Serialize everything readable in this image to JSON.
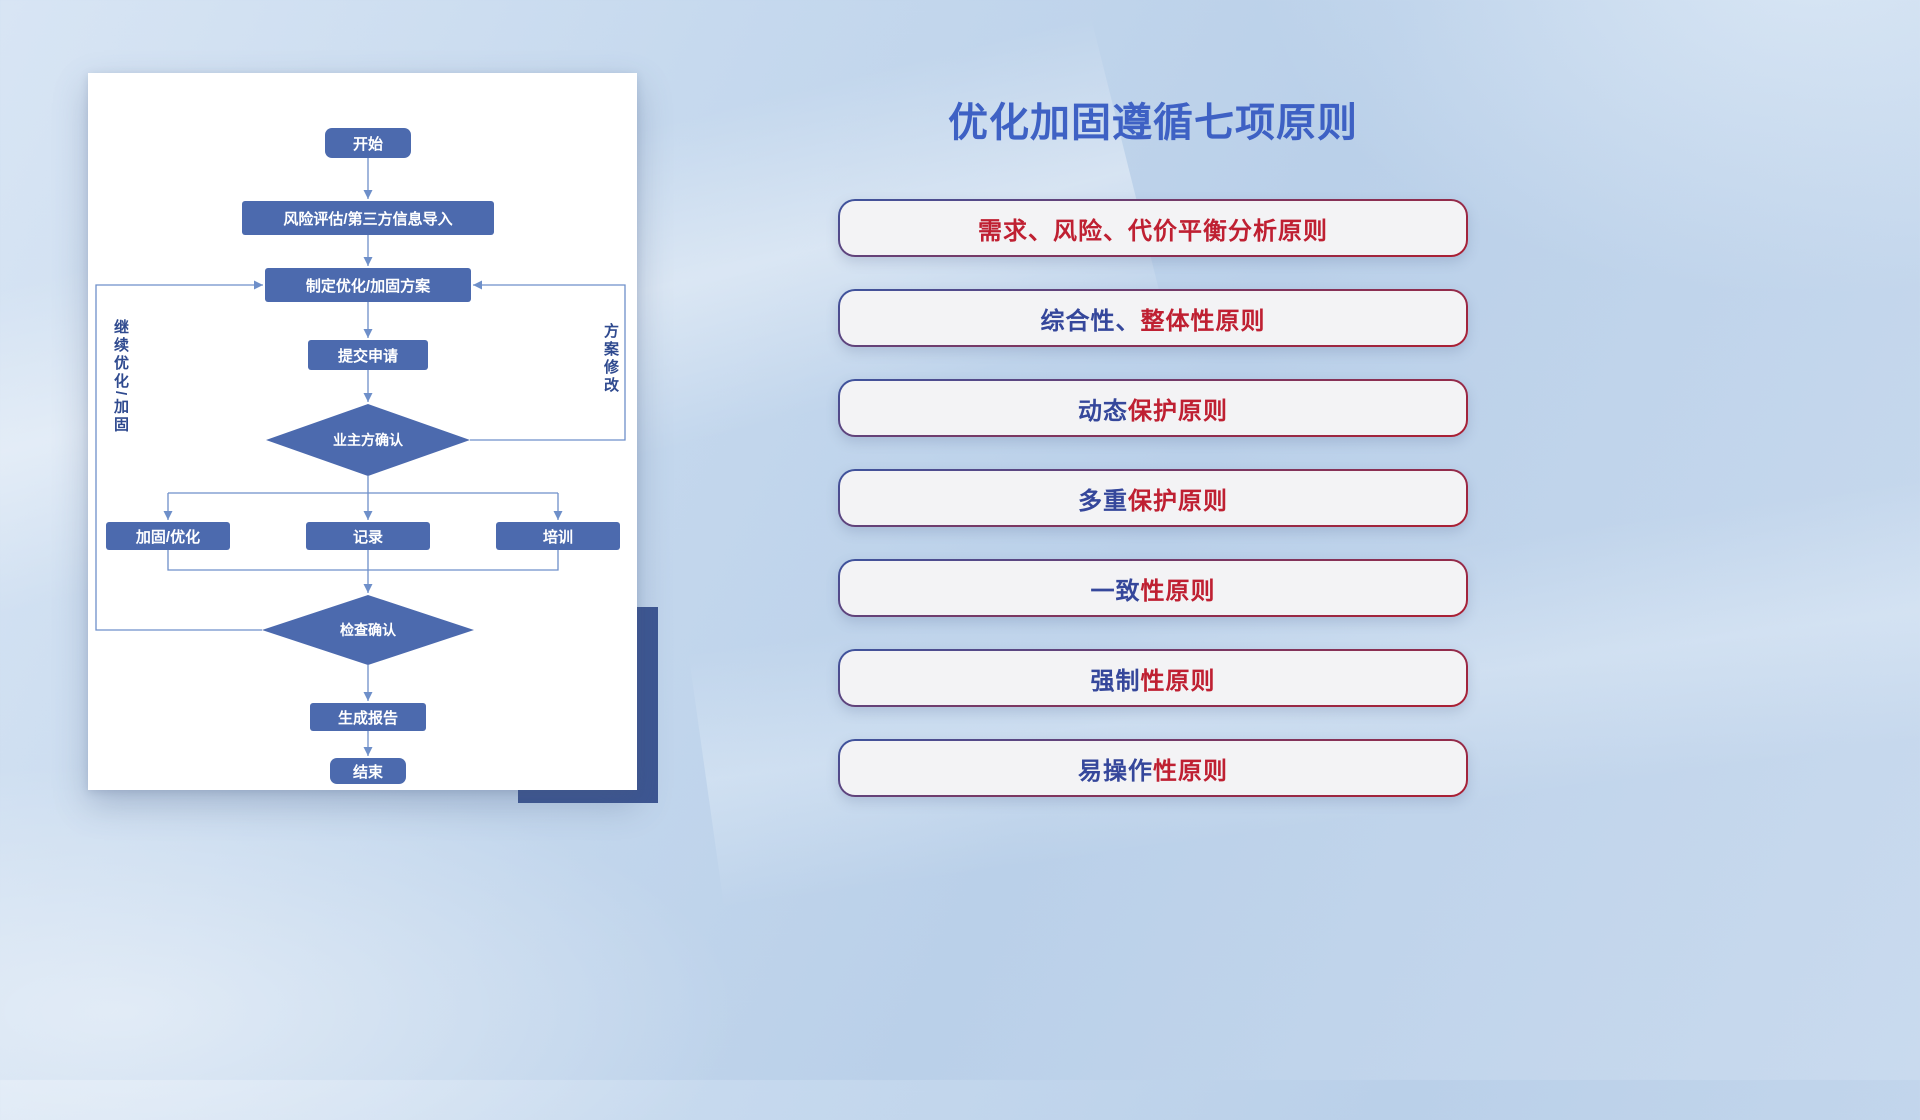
{
  "colors": {
    "background_blue": "#c6d9ee",
    "flow_box_blue": "#4c6aae",
    "flow_line_blue": "#6e8fc9",
    "accent_rect_navy": "#3d5692",
    "title_blue": "#3e61c4",
    "principle_navy": "#35479b",
    "principle_red": "#bf2032",
    "pill_background": "#f3f3f5"
  },
  "flowchart": {
    "start": "开始",
    "risk": "风险评估/第三方信息导入",
    "plan": "制定优化/加固方案",
    "submit": "提交申请",
    "confirm": "业主方确认",
    "reinforce": "加固/优化",
    "record": "记录",
    "train": "培训",
    "check": "检查确认",
    "report": "生成报告",
    "end": "结束",
    "loop_left": "继续优化/加固",
    "loop_right": "方案修改"
  },
  "right": {
    "title": "优化加固遵循七项原则",
    "principles": [
      {
        "navy": "",
        "red": "需求、风险、代价平衡分析原则"
      },
      {
        "navy": "综合性、",
        "red": "整体性原则"
      },
      {
        "navy": "动态",
        "red": "保护原则"
      },
      {
        "navy": "多重",
        "red": "保护原则"
      },
      {
        "navy": "一致",
        "red": "性原则"
      },
      {
        "navy": "强制",
        "red": "性原则"
      },
      {
        "navy": "易操作",
        "red": "性原则"
      }
    ]
  }
}
